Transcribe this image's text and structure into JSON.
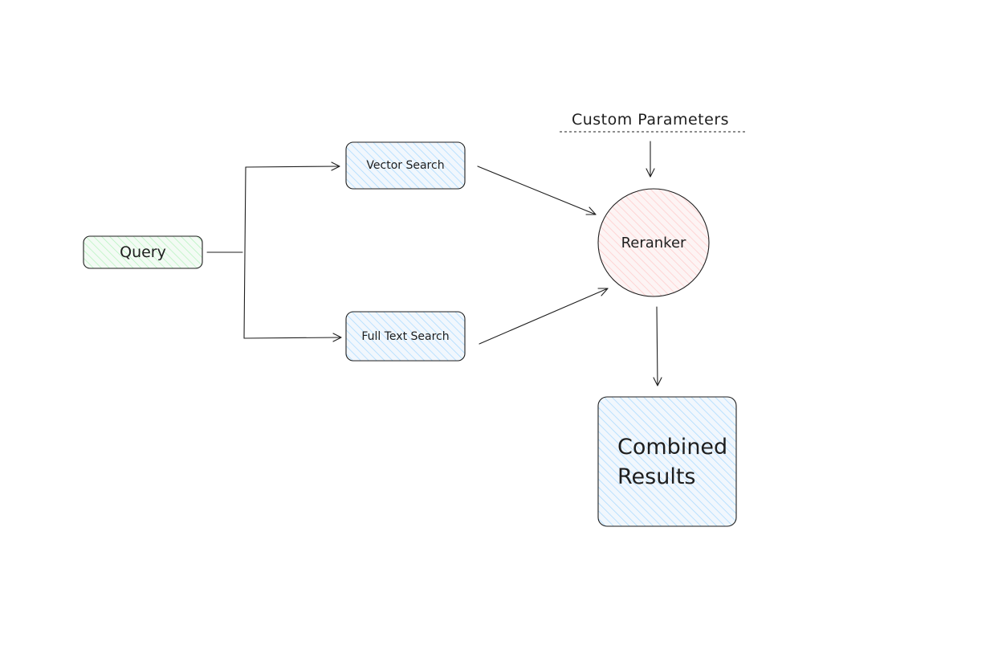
{
  "nodes": {
    "query": {
      "label": "Query"
    },
    "vector_search": {
      "label": "Vector Search"
    },
    "full_text_search": {
      "label": "Full Text Search"
    },
    "reranker": {
      "label": "Reranker"
    },
    "combined_results": {
      "label_line1": "Combined",
      "label_line2": "Results"
    }
  },
  "annotation": {
    "custom_parameters": "Custom Parameters"
  },
  "colors": {
    "stroke": "#1e1e1e",
    "query_fill": "#b2f2bb",
    "search_fill": "#a5d8ff",
    "reranker_fill": "#ffc9c9",
    "results_fill": "#a5d8ff"
  }
}
